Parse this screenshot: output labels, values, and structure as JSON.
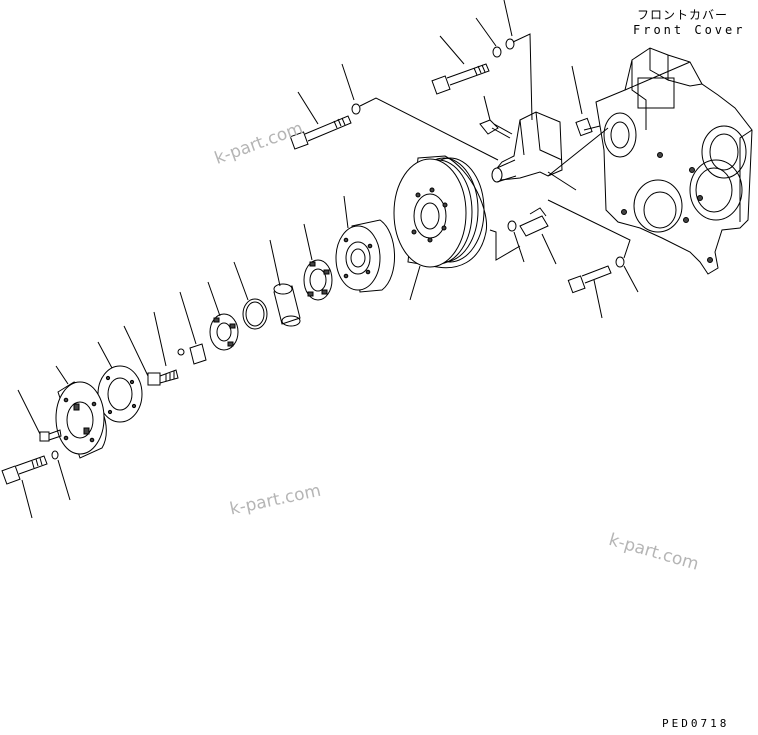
{
  "header": {
    "label_jp": "フロントカバー",
    "label_en": "Front Cover"
  },
  "footer": {
    "drawing_code": "PED0718"
  },
  "watermarks": [
    "k-part.com",
    "k-part.com",
    "k-part.com"
  ]
}
